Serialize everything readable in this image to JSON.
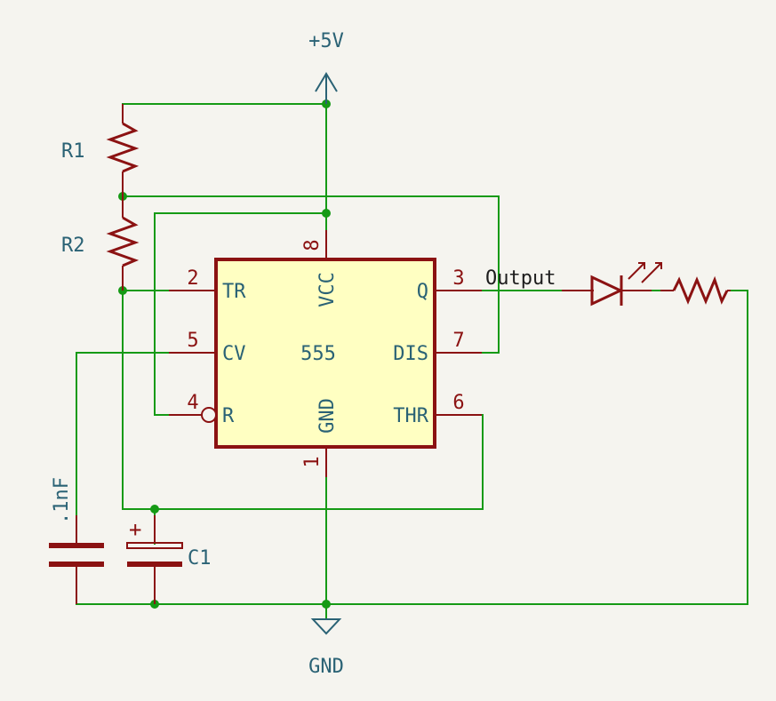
{
  "power": {
    "vcc_label": "+5V",
    "gnd_label": "GND"
  },
  "ic": {
    "name": "555",
    "pins": {
      "tr": {
        "num": "2",
        "name": "TR"
      },
      "cv": {
        "num": "5",
        "name": "CV"
      },
      "r": {
        "num": "4",
        "name": "R"
      },
      "vcc": {
        "num": "8",
        "name": "VCC"
      },
      "gnd": {
        "num": "1",
        "name": "GND"
      },
      "q": {
        "num": "3",
        "name": "Q"
      },
      "dis": {
        "num": "7",
        "name": "DIS"
      },
      "thr": {
        "num": "6",
        "name": "THR"
      }
    }
  },
  "components": {
    "r1": "R1",
    "r2": "R2",
    "c1": "C1",
    "c_cv_value": ".1nF",
    "c1_polarity": "+"
  },
  "net_labels": {
    "output": "Output"
  },
  "colors": {
    "wire": "#159a15",
    "component": "#8b1212",
    "ic_fill": "#ffffc2",
    "label": "#2a6275",
    "background": "#f5f4ef"
  }
}
